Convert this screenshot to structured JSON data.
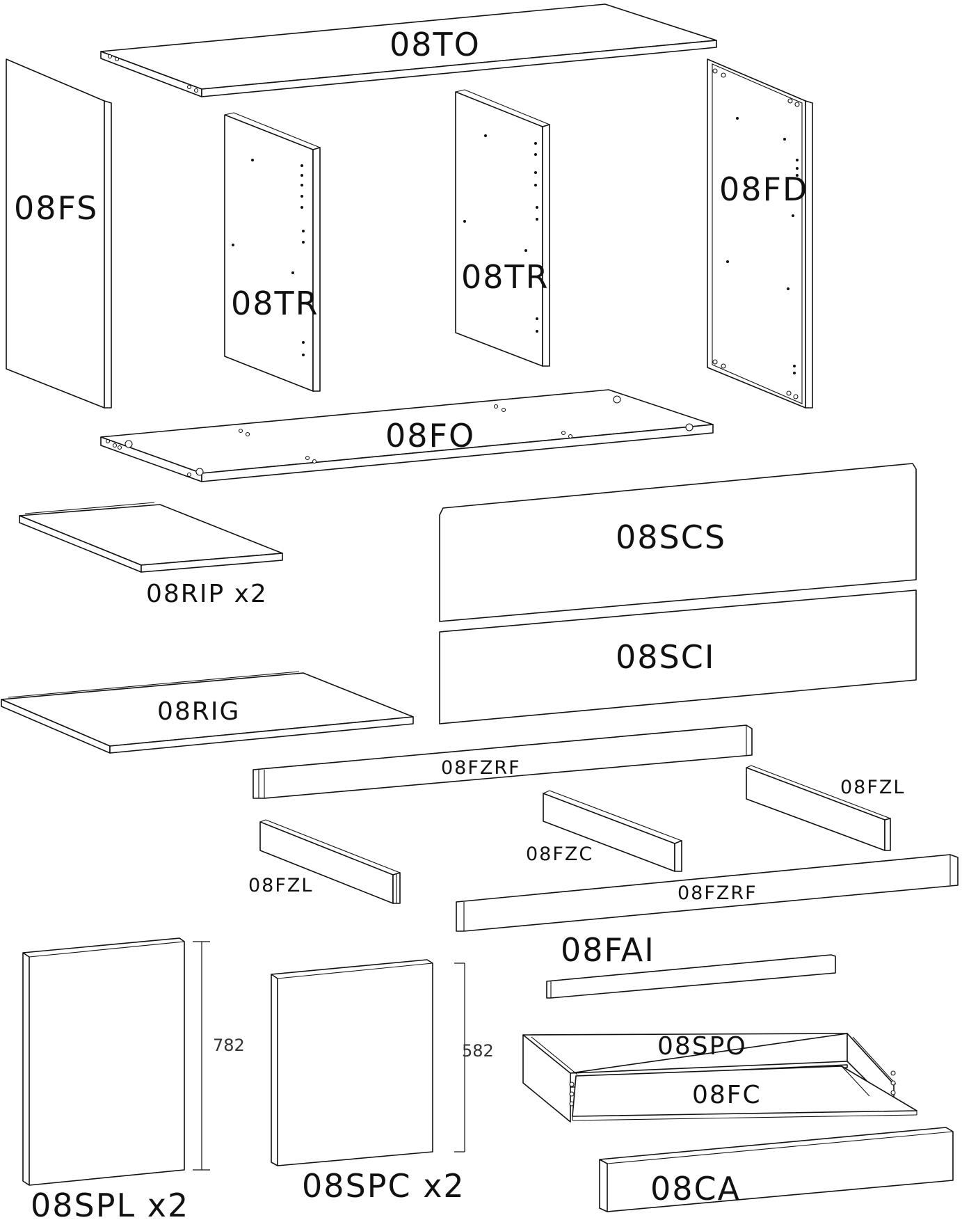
{
  "parts": {
    "top": "08TO",
    "side_left": "08FS",
    "partition_left": "08TR",
    "partition_right": "08TR",
    "side_right": "08FD",
    "bottom": "08FO",
    "shelf_small": "08RIP  x2",
    "back_upper": "08SCS",
    "back_lower": "08SCI",
    "shelf_large": "08RIG",
    "rail_back": "08FZRF",
    "rail_side_right": "08FZL",
    "rail_center": "08FZC",
    "rail_side_left": "08FZL",
    "rail_front": "08FZRF",
    "strip_front": "08FAI",
    "door_large": "08SPL  x2",
    "door_small": "08SPC  x2",
    "drawer_box": "08SPO",
    "drawer_bottom": "08FC",
    "drawer_front": "08CA"
  },
  "dimensions": {
    "door_large_height": "782",
    "door_small_height": "582"
  }
}
